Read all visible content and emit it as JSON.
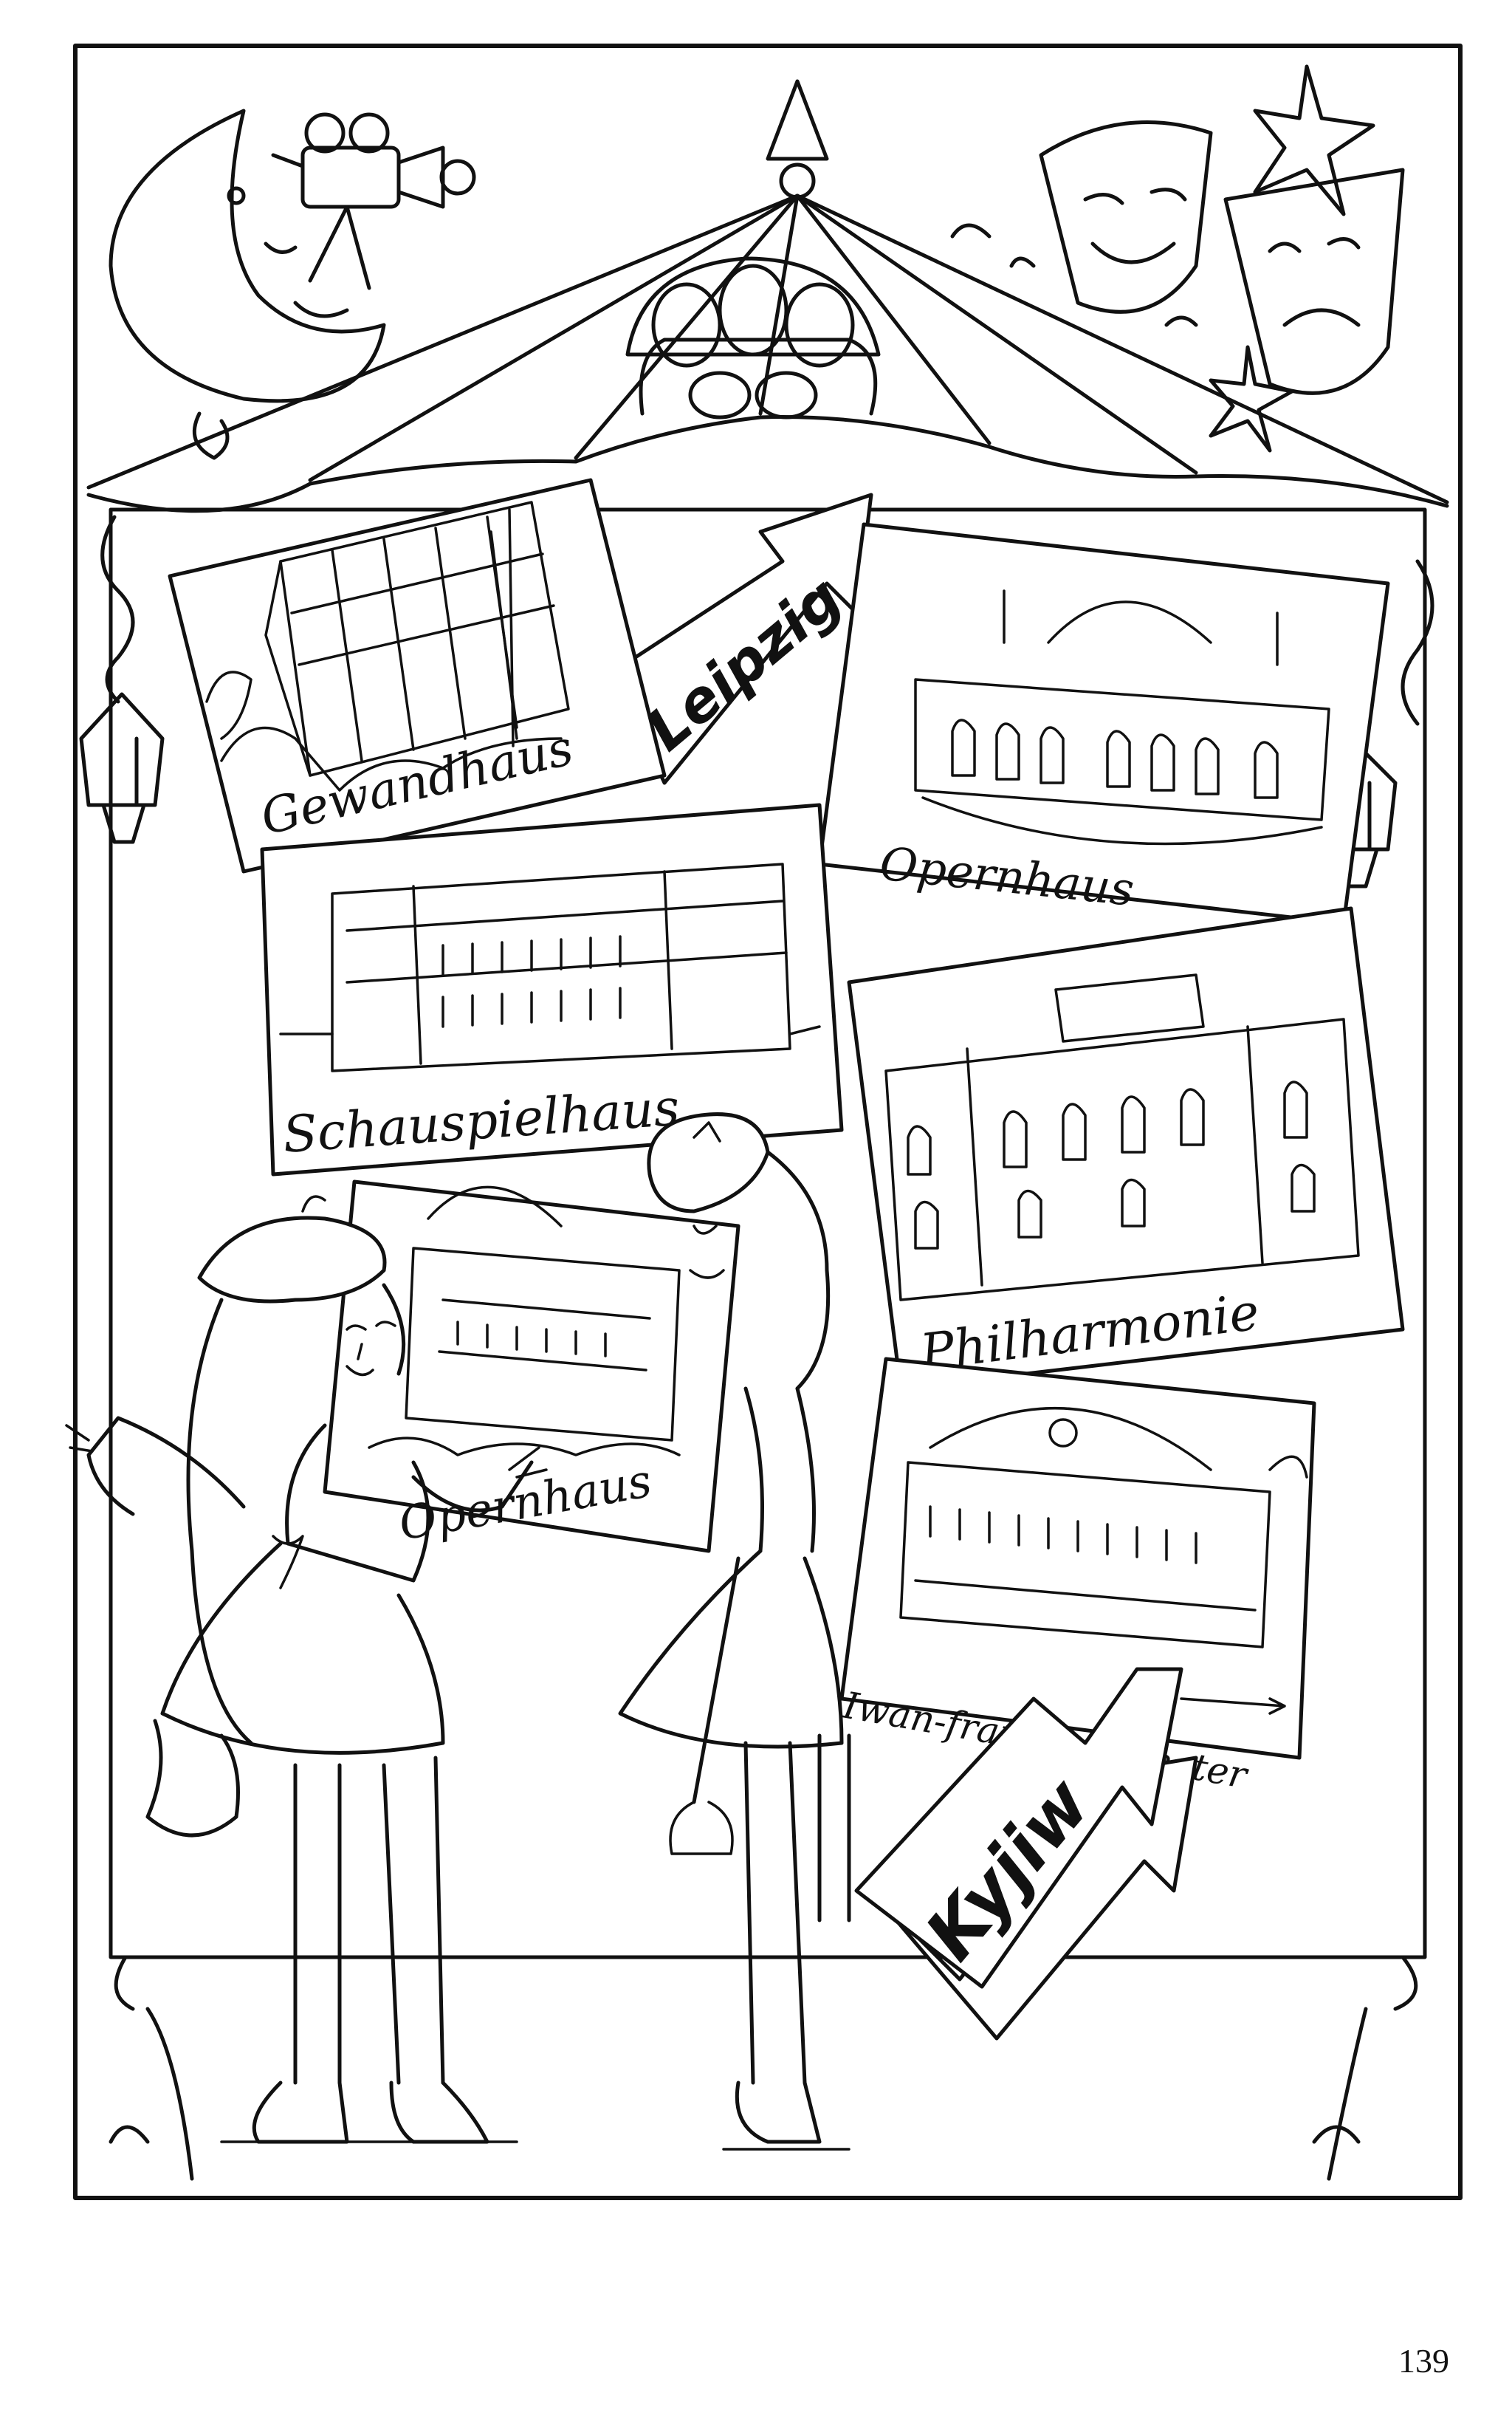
{
  "cities": {
    "leipzig": "Leipzig",
    "kyjiw": "Kyjiw"
  },
  "postcards": {
    "gewandhaus": "Gewandhaus",
    "opernhaus_leipzig": "Opernhaus",
    "schauspielhaus": "Schauspielhaus",
    "philharmonie": "Philharmonie",
    "opernhaus_kyjiw": "Opernhaus",
    "iwan_franko_theater": "Iwan-franko - Theater"
  },
  "page": {
    "number": "139"
  },
  "icons": [
    "moon-face-icon",
    "film-camera-icon",
    "theater-masks-icon",
    "star-icon",
    "street-lamp-icon"
  ]
}
